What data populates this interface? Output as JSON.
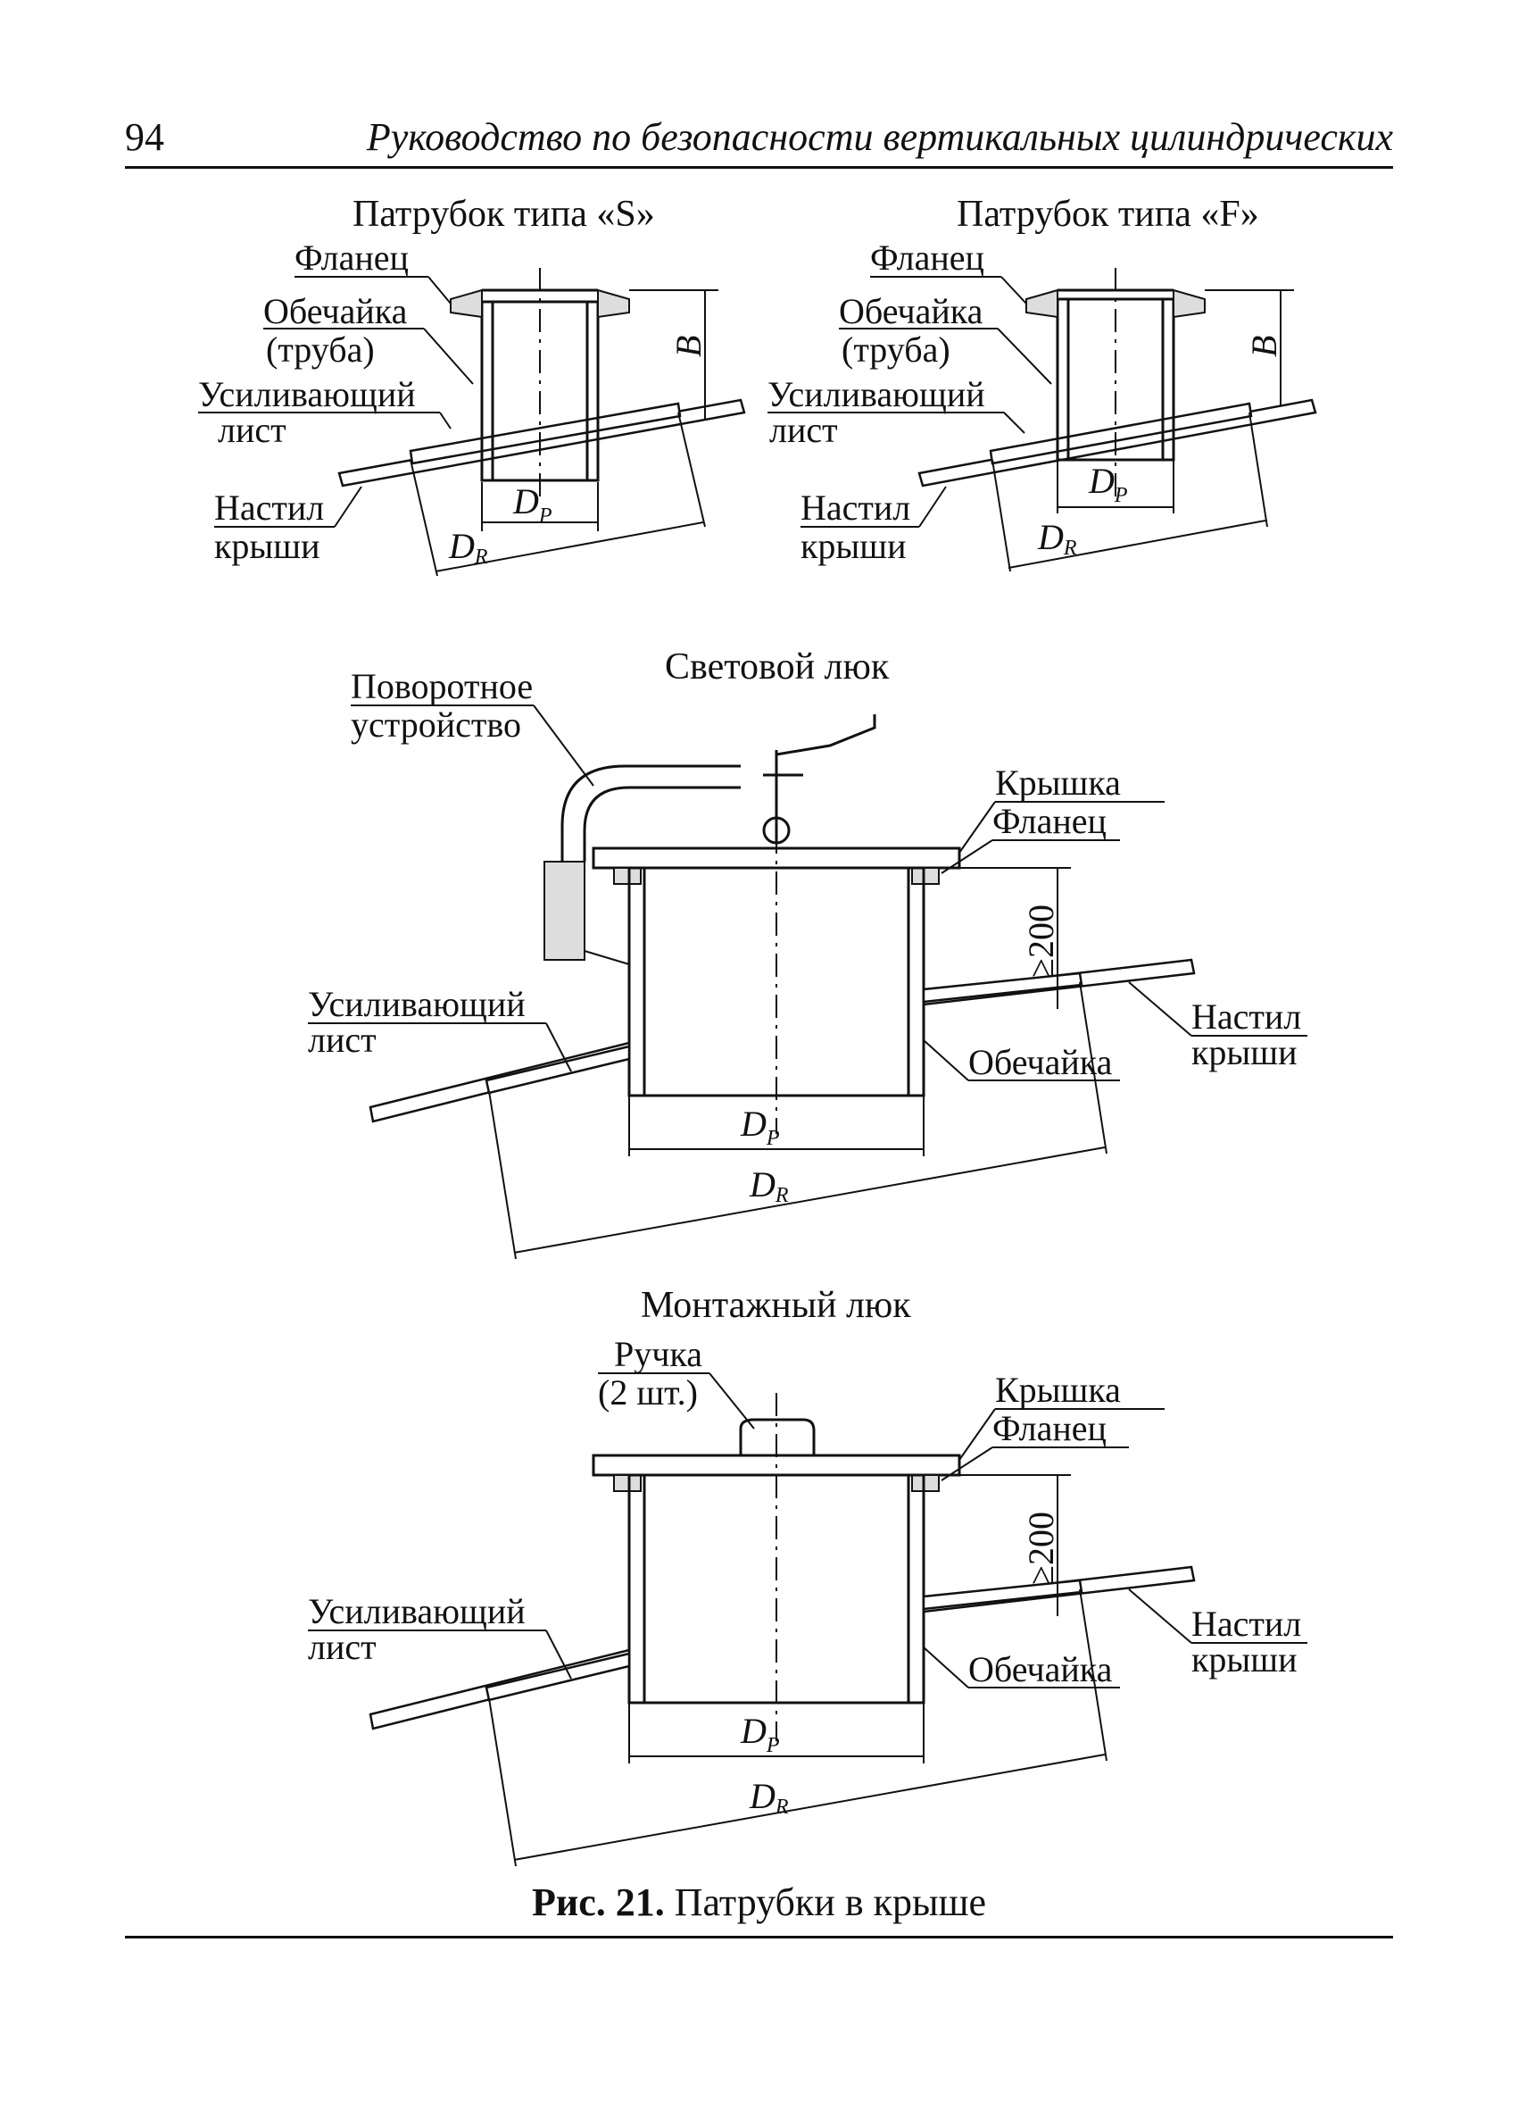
{
  "header": {
    "page_number": "94",
    "running_title": "Руководство по безопасности вертикальных цилиндрических"
  },
  "figure_s": {
    "title": "Патрубок типа «S»",
    "flange": "Фланец",
    "shell_line1": "Обечайка",
    "shell_line2": "(труба)",
    "reinforcing_line1": "Усиливающий",
    "reinforcing_line2": "лист",
    "deck_line1": "Настил",
    "deck_line2": "крыши",
    "dim_b": "B",
    "dim_dp": "D",
    "dim_dp_sub": "P",
    "dim_dr": "D",
    "dim_dr_sub": "R"
  },
  "figure_f": {
    "title": "Патрубок типа «F»",
    "flange": "Фланец",
    "shell_line1": "Обечайка",
    "shell_line2": "(труба)",
    "reinforcing_line1": "Усиливающий",
    "reinforcing_line2": "лист",
    "deck_line1": "Настил",
    "deck_line2": "крыши",
    "dim_b": "B",
    "dim_dp": "D",
    "dim_dp_sub": "P",
    "dim_dr": "D",
    "dim_dr_sub": "R"
  },
  "figure_light": {
    "title": "Световой люк",
    "rotary_line1": "Поворотное",
    "rotary_line2": "устройство",
    "cover": "Крышка",
    "flange": "Фланец",
    "height": "≥200",
    "reinforcing_line1": "Усиливающий",
    "reinforcing_line2": "лист",
    "deck_line1": "Настил",
    "deck_line2": "крыши",
    "shell": "Обечайка",
    "dim_dp": "D",
    "dim_dp_sub": "P",
    "dim_dr": "D",
    "dim_dr_sub": "R"
  },
  "figure_mount": {
    "title": "Монтажный люк",
    "handle_line1": "Ручка",
    "handle_line2": "(2 шт.)",
    "cover": "Крышка",
    "flange": "Фланец",
    "height": "≥200",
    "reinforcing_line1": "Усиливающий",
    "reinforcing_line2": "лист",
    "deck_line1": "Настил",
    "deck_line2": "крыши",
    "shell": "Обечайка",
    "dim_dp": "D",
    "dim_dp_sub": "P",
    "dim_dr": "D",
    "dim_dr_sub": "R"
  },
  "caption": {
    "label": "Рис. 21.",
    "text": "Патрубки в крыше"
  }
}
